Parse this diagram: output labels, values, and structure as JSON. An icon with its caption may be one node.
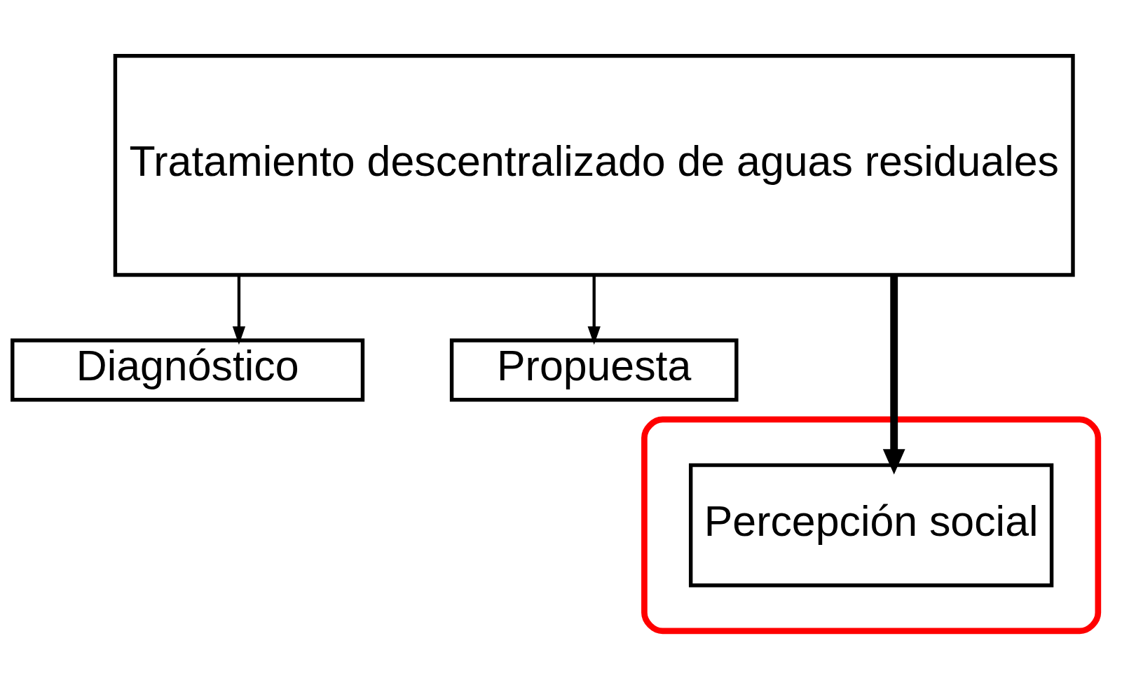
{
  "diagram": {
    "nodes": [
      {
        "text": [
          "Tratamiento descentralizado de aguas residuales"
        ]
      },
      {
        "text": [
          "Diagnóstico"
        ]
      },
      {
        "text": [
          "Propuesta"
        ]
      },
      {
        "text": [],
        "shape": "ellipse"
      },
      {
        "text": [
          "Percepción social"
        ],
        "in": 3
      }
    ],
    "edges": [
      {
        "from": 0,
        "to": 1,
        "arrow": "to"
      },
      {
        "from": 0,
        "to": 4,
        "arrow": "to",
        "style": "thick"
      },
      {
        "from": 0,
        "to": 2,
        "arrow": "to"
      }
    ]
  }
}
